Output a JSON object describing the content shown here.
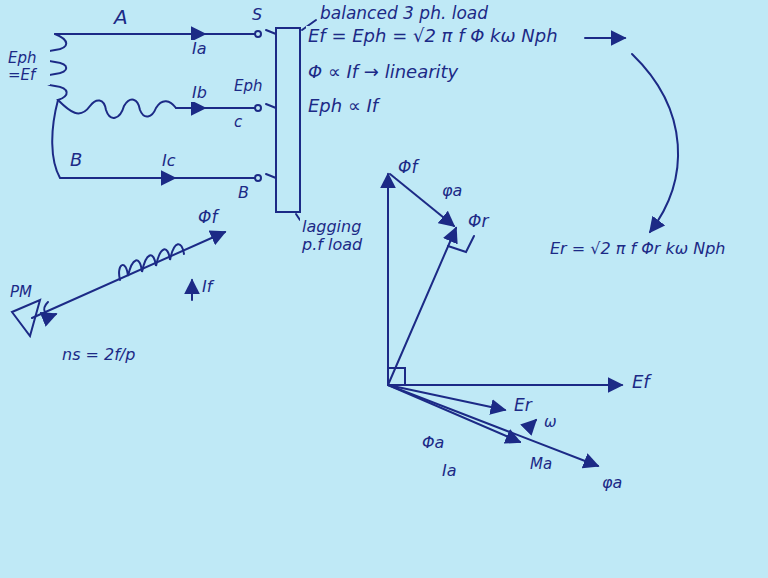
{
  "diagram": {
    "labels": [
      "A",
      "S",
      "balanced 3 ph. load",
      "Eph =Ef",
      "Ia",
      "Ef = Eph = √2 π f Φ kω Nph",
      "Eph",
      "Ib",
      "c",
      "Φ ∝ If → linearity",
      "Eph ∝ If",
      "Ic",
      "B",
      "B",
      "lagging p.f load",
      "Φf",
      "φa",
      "Φr",
      "Er = √2 π f Φr kω Nph",
      "Ef",
      "Er",
      "ω",
      "Φa",
      "Ia",
      "Ma",
      "φa",
      "Φf",
      "If",
      "PM",
      "ns = 2f/p"
    ]
  }
}
